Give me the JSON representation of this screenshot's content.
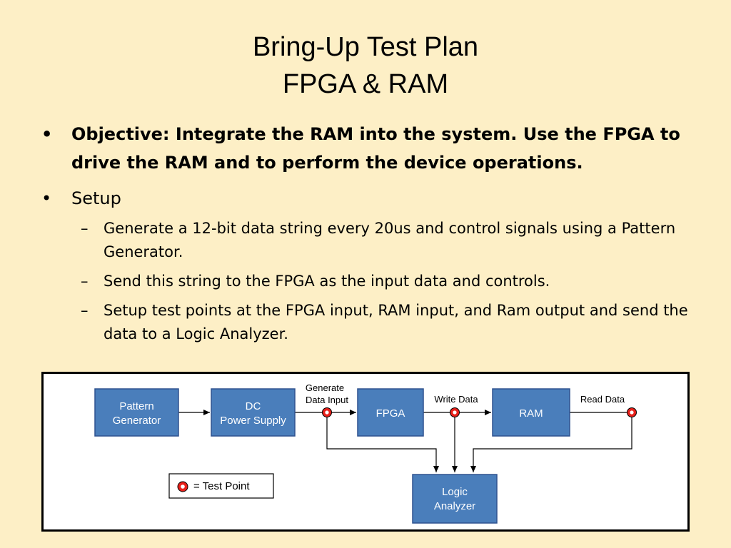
{
  "title": {
    "line1": "Bring-Up Test Plan",
    "line2": "FPGA & RAM"
  },
  "bullets": [
    {
      "bullet": "•",
      "text": "Objective: Integrate the RAM into the system. Use the FPGA to drive the RAM and to perform the device operations."
    },
    {
      "bullet": "•",
      "text": "Setup"
    }
  ],
  "sub_bullets": [
    {
      "dash": "–",
      "text": "Generate a 12-bit data string every 20us and control signals using a Pattern Generator."
    },
    {
      "dash": "–",
      "text": "Send this string to the FPGA as the input data and controls."
    },
    {
      "dash": "–",
      "text": "Setup test points at the FPGA input, RAM input, and Ram output and send the data to a Logic Analyzer."
    }
  ],
  "diagram": {
    "pattern_generator": [
      "Pattern",
      "Generator"
    ],
    "dc_power_supply": [
      "DC",
      "Power Supply"
    ],
    "fpga": "FPGA",
    "ram": "RAM",
    "logic_analyzer": [
      "Logic",
      "Analyzer"
    ],
    "generate_data_input": [
      "Generate",
      "Data Input"
    ],
    "write_data": "Write Data",
    "read_data": "Read Data",
    "legend": "= Test Point"
  },
  "colors": {
    "background": "#fdefc6",
    "box_fill": "#4a7ebb",
    "box_border": "#2f528f",
    "test_point": "#e8201a"
  }
}
